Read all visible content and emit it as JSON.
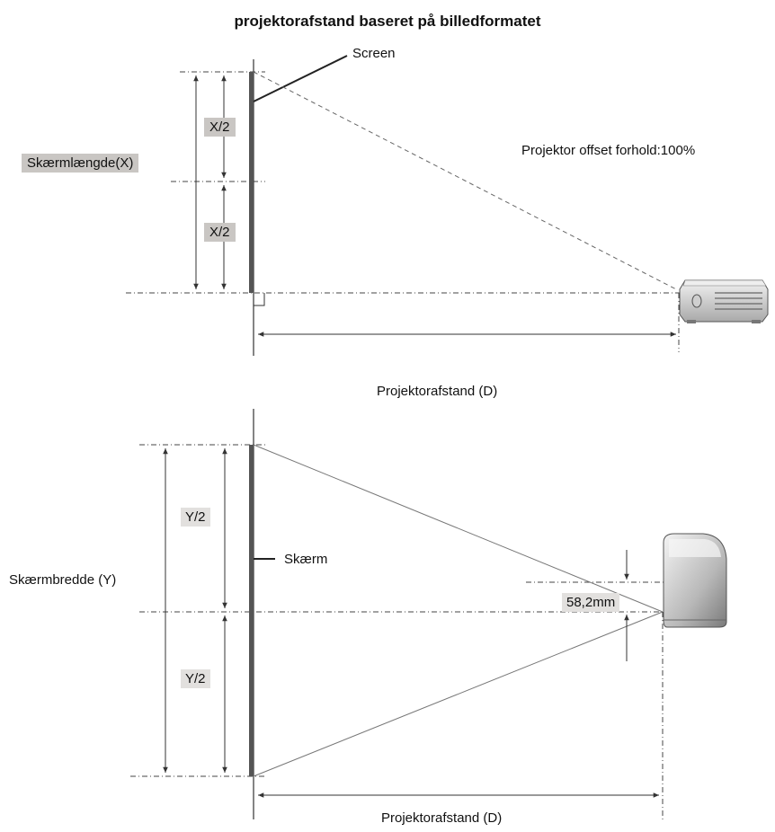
{
  "title": "projektorafstand baseret på billedformatet",
  "top": {
    "screen_label": "Screen",
    "half_top": "X/2",
    "half_bottom": "X/2",
    "length_label": "Skærmlængde(X)",
    "offset_text": "Projektor offset forhold:100%",
    "distance_label": "Projektorafstand (D)"
  },
  "bottom": {
    "screen_label": "Skærm",
    "half_top": "Y/2",
    "half_bottom": "Y/2",
    "width_label": "Skærmbredde (Y)",
    "offset_value": "58,2mm",
    "distance_label": "Projektorafstand (D)"
  },
  "colors": {
    "screen": "#555555",
    "line": "#333333",
    "tag": "#c9c6c3",
    "projector": "#d4d4d4"
  }
}
